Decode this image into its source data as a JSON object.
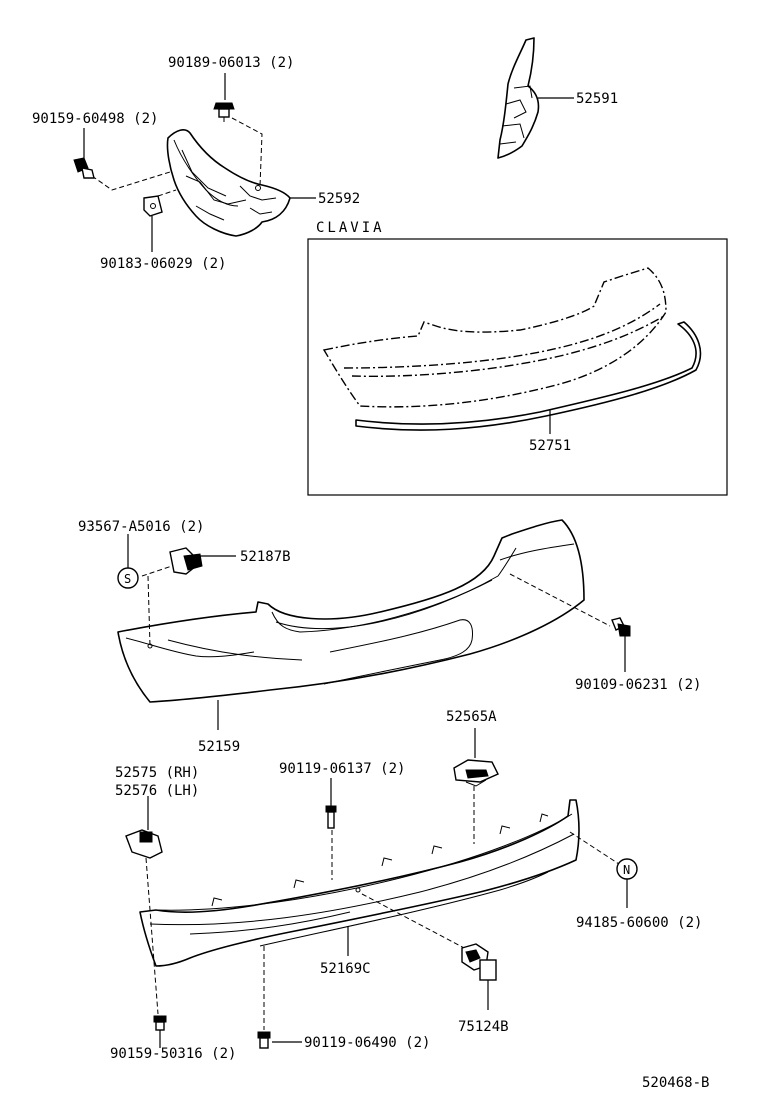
{
  "labels": {
    "p90189": "90189-06013 (2)",
    "p90159a": "90159-60498 (2)",
    "p52591": "52591",
    "p52592": "52592",
    "p90183": "90183-06029 (2)",
    "clavia": "CLAVIA",
    "p52751": "52751",
    "p93567": "93567-A5016 (2)",
    "p52187b": "52187B",
    "circle_s": "S",
    "p90109": "90109-06231 (2)",
    "p52159": "52159",
    "p52565a": "52565A",
    "p52575": "52575 (RH)",
    "p52576": "52576 (LH)",
    "p90119a": "90119-06137 (2)",
    "circle_n": "N",
    "p94185": "94185-60600 (2)",
    "p52169c": "52169C",
    "p75124b": "75124B",
    "p90159b": "90159-50316 (2)",
    "p90119b": "90119-06490 (2)",
    "diagram_code": "520468-B"
  }
}
